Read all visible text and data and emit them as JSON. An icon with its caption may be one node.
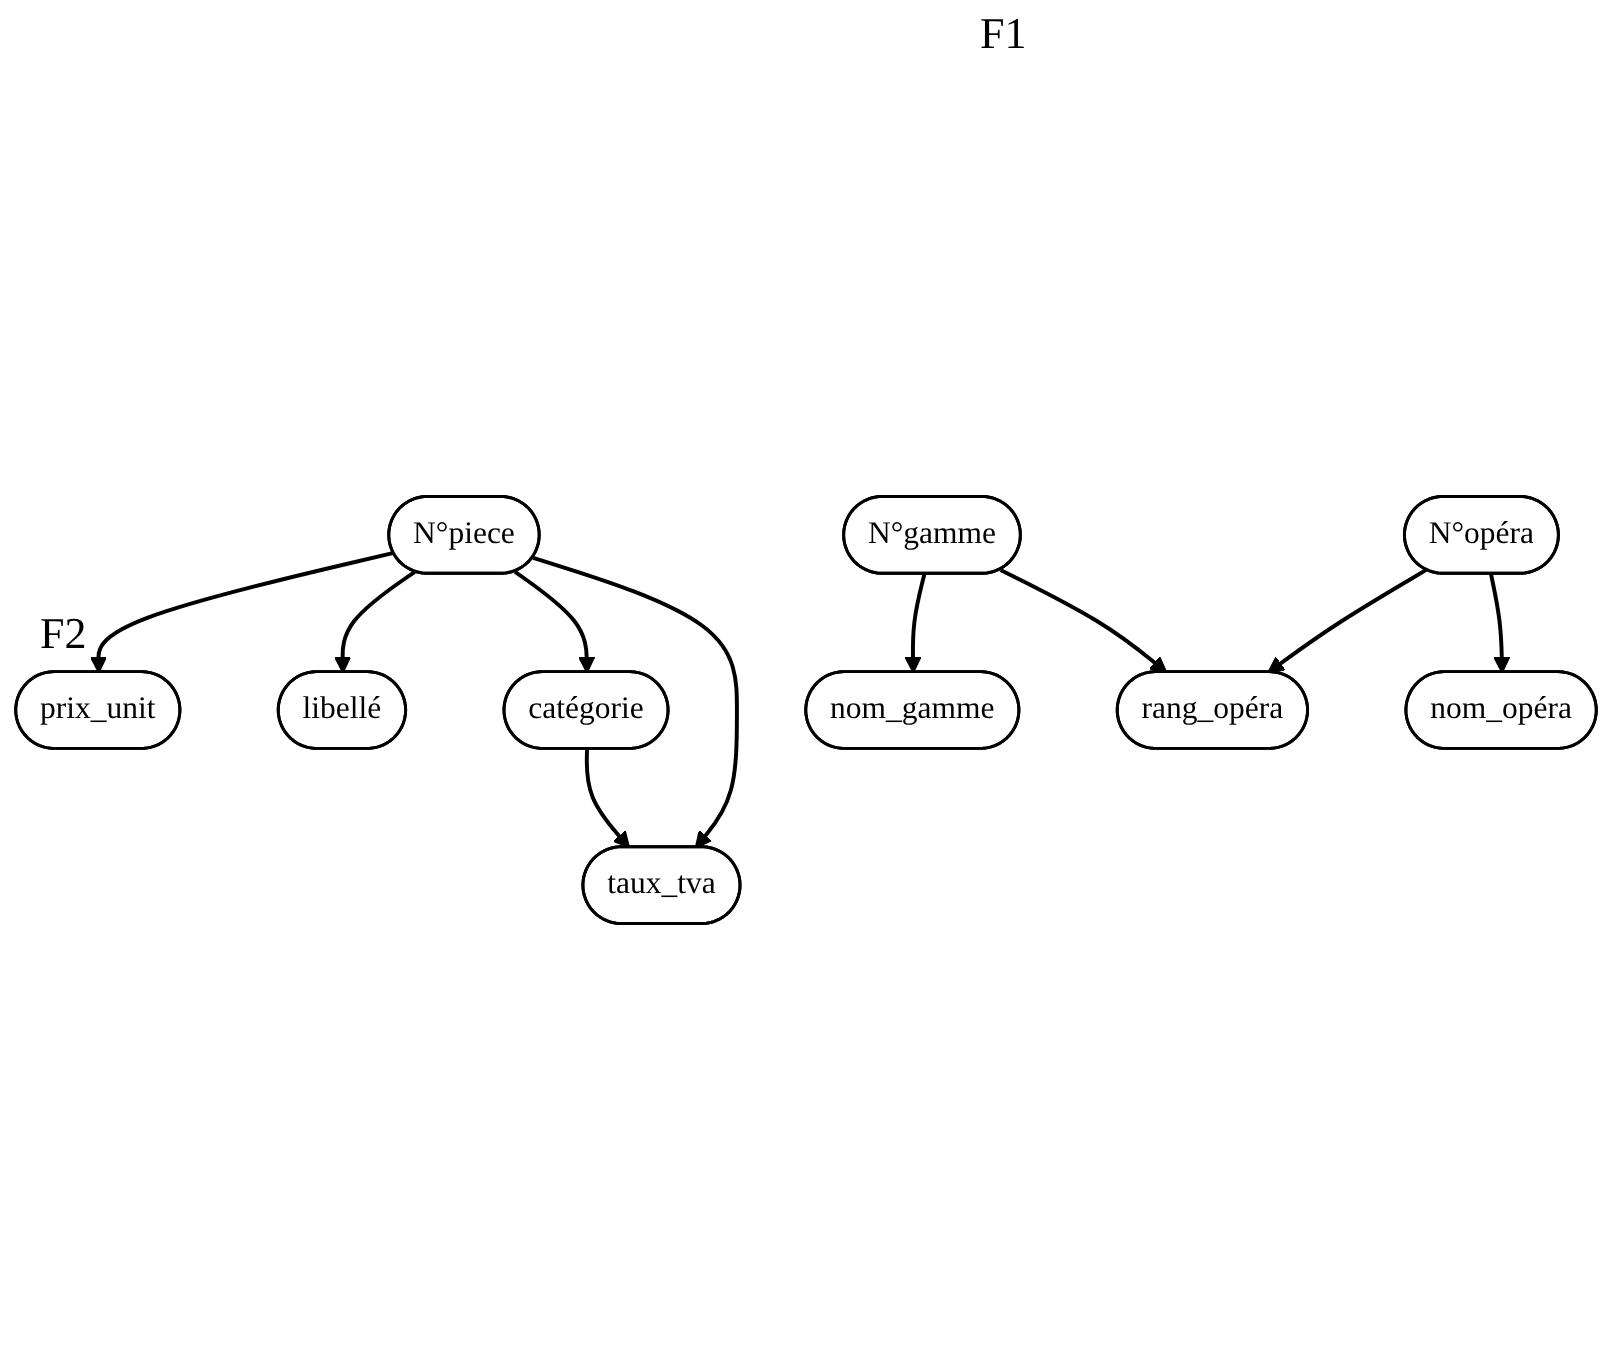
{
  "diagram": {
    "nodes": [
      {
        "text": [
          "N°piece"
        ]
      },
      {
        "text": [
          "prix_unit"
        ]
      },
      {
        "text": [
          "libellé"
        ]
      },
      {
        "text": [
          "catégorie"
        ]
      },
      {
        "text": [
          "taux_tva"
        ]
      },
      {
        "text": [
          "N°gamme"
        ]
      },
      {
        "text": [
          "N°opéra"
        ]
      },
      {
        "text": [
          "nom_gamme"
        ]
      },
      {
        "text": [
          "rang_opéra"
        ]
      },
      {
        "text": [
          "nom_opéra"
        ]
      }
    ],
    "edges": [
      {
        "from": 0,
        "to": 1,
        "arrow": "to"
      },
      {
        "from": 0,
        "to": 2,
        "arrow": "to"
      },
      {
        "from": 0,
        "to": 3,
        "arrow": "to"
      },
      {
        "from": 0,
        "to": 4,
        "arrow": "to"
      },
      {
        "from": 3,
        "to": 4,
        "arrow": "to"
      },
      {
        "from": 5,
        "to": 7,
        "arrow": "to"
      },
      {
        "from": 5,
        "to": 8,
        "arrow": "to"
      },
      {
        "from": 6,
        "to": 8,
        "arrow": "to"
      },
      {
        "from": 6,
        "to": 9,
        "arrow": "to"
      }
    ],
    "labels": [
      "F1",
      "F2"
    ]
  }
}
